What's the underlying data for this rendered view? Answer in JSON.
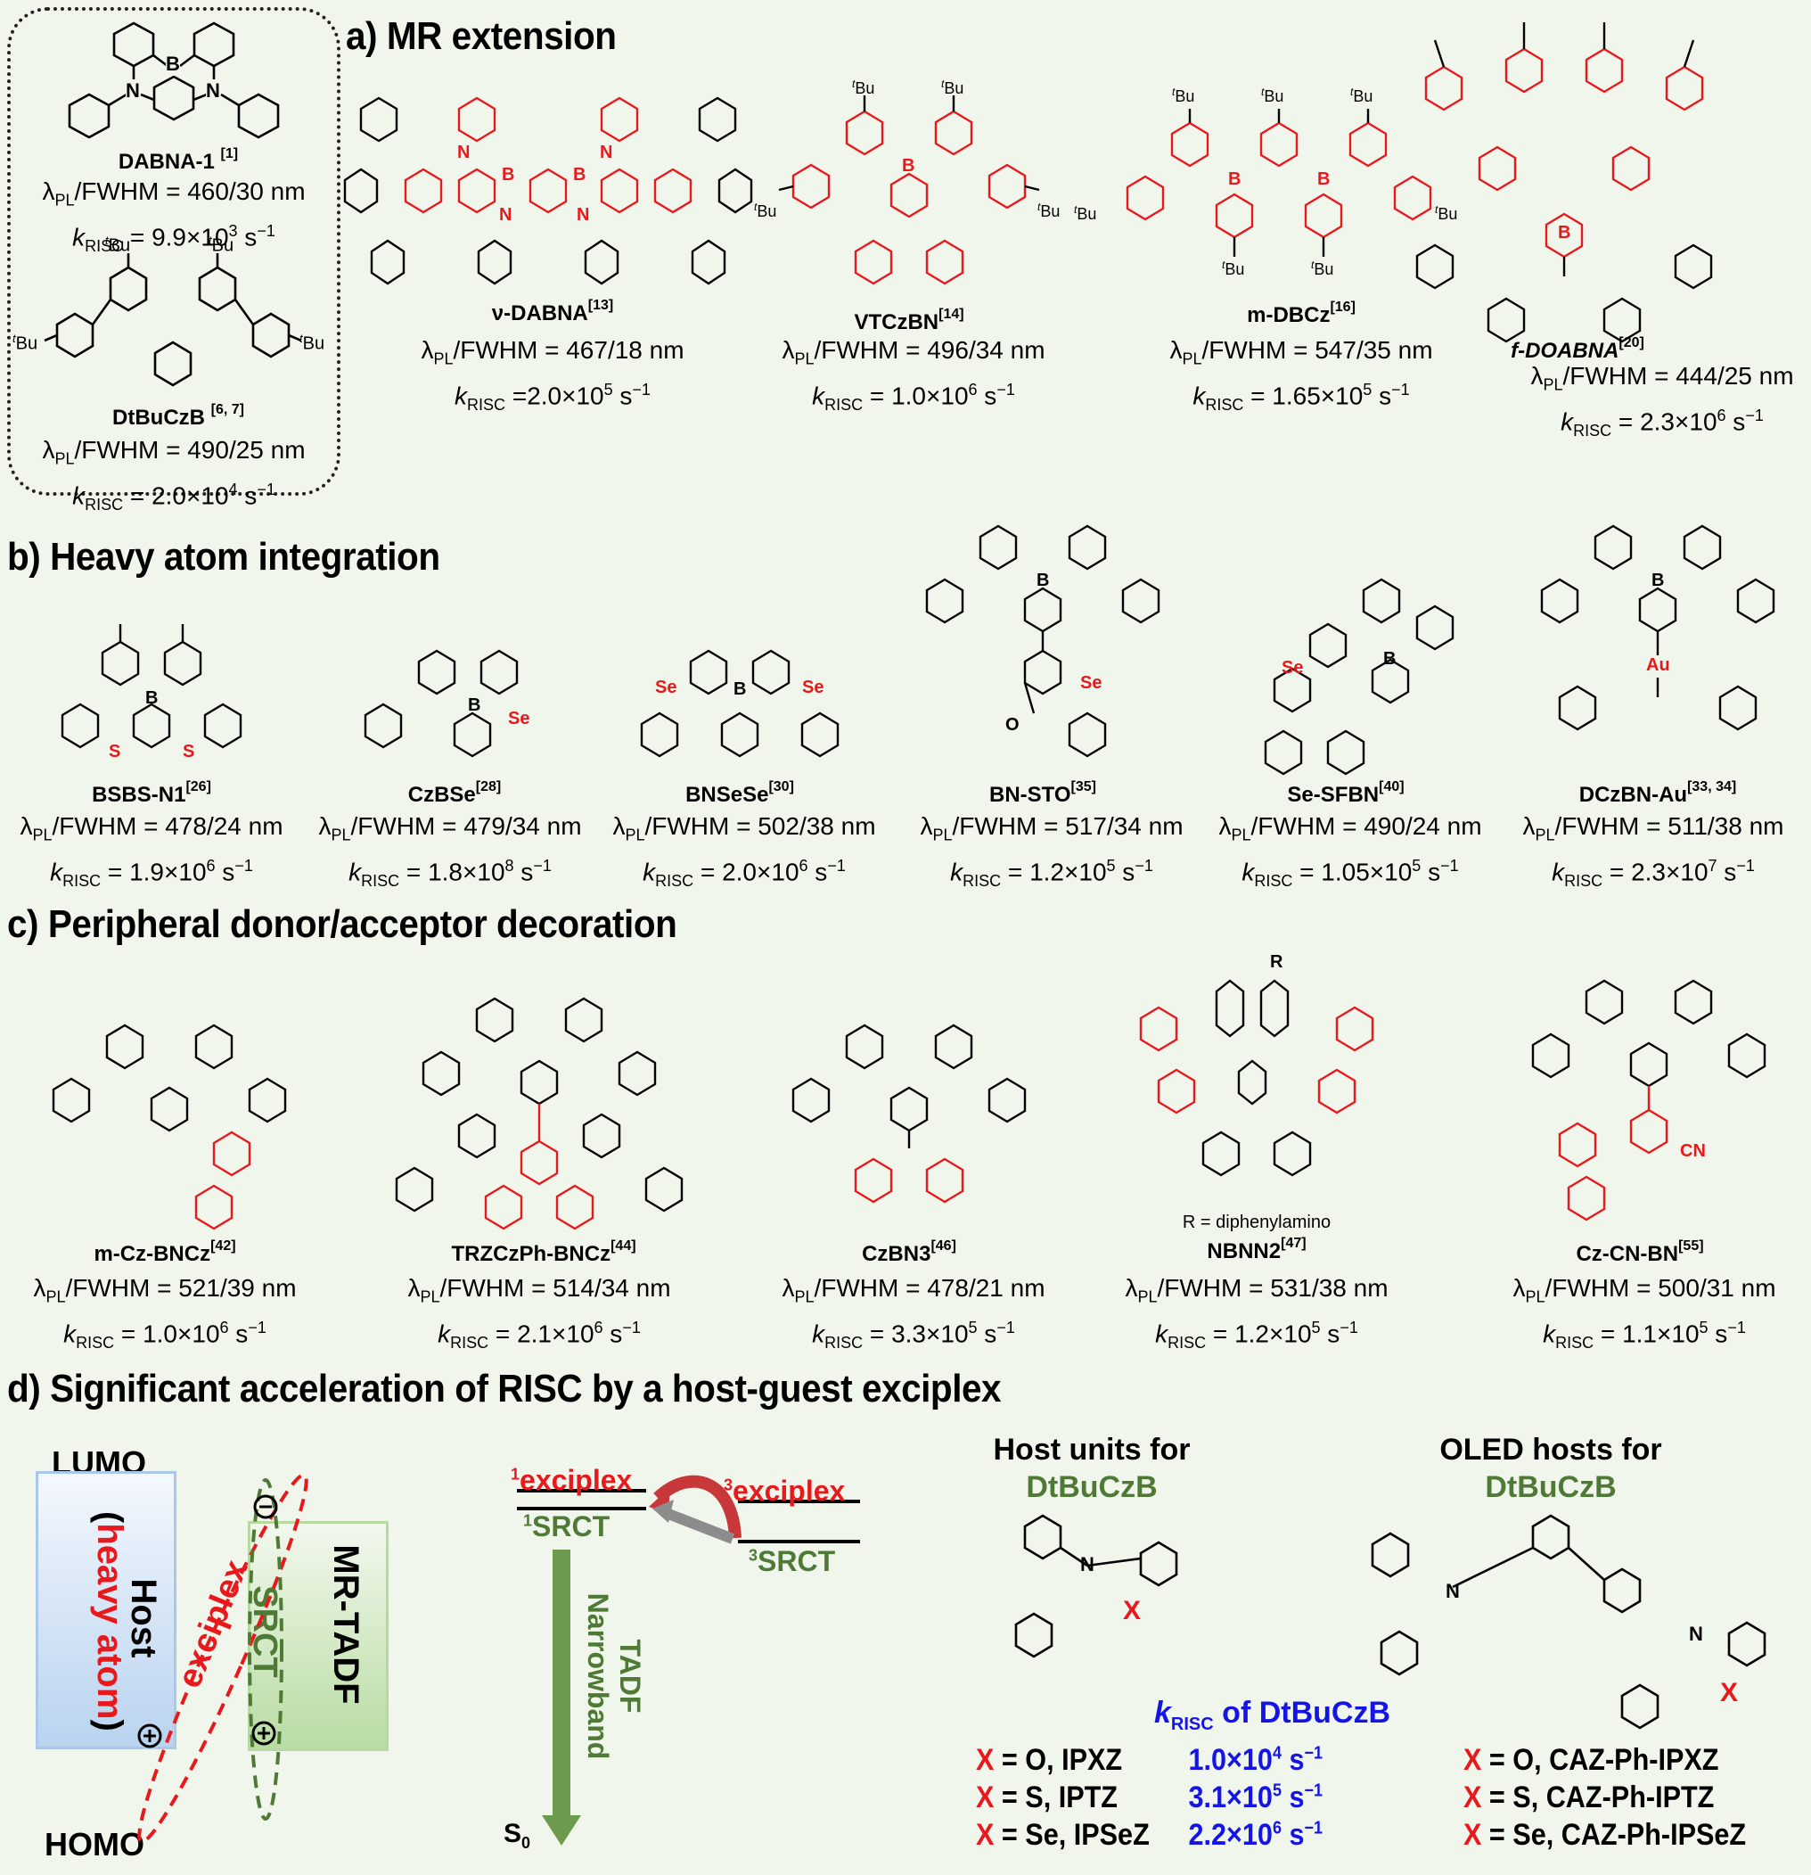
{
  "reference_box": {
    "compounds": [
      {
        "name": "DABNA-1",
        "ref": "[1]",
        "lambda_pl_fwhm": "460/30 nm",
        "k_risc_mantissa": "9.9",
        "k_risc_exp": "3"
      },
      {
        "name": "DtBuCzB",
        "ref": "[6, 7]",
        "lambda_pl_fwhm": "490/25 nm",
        "k_risc_mantissa": "2.0",
        "k_risc_exp": "4"
      }
    ]
  },
  "labels": {
    "lambda": "λ",
    "lambda_sub": "PL",
    "fwhm_prefix": "/FWHM = ",
    "k": "k",
    "k_sub": "RISC",
    "times_ten": "×10",
    "unit": " s",
    "unit_exp": "−1",
    "tBu": "Bu",
    "t": "t"
  },
  "sections": {
    "a": {
      "title": "a) MR extension",
      "compounds": [
        {
          "name": "ν-DABNA",
          "ref": "[13]",
          "lambda_pl_fwhm": "467/18 nm",
          "k_risc_mantissa": "2.0",
          "k_risc_exp": "5"
        },
        {
          "name": "VTCzBN",
          "ref": "[14]",
          "lambda_pl_fwhm": "496/34 nm",
          "k_risc_mantissa": "1.0",
          "k_risc_exp": "6"
        },
        {
          "name": "m-DBCz",
          "ref": "[16]",
          "lambda_pl_fwhm": "547/35 nm",
          "k_risc_mantissa": "1.65",
          "k_risc_exp": "5"
        },
        {
          "name": "f-DOABNA",
          "ref": "[20]",
          "lambda_pl_fwhm": "444/25 nm",
          "k_risc_mantissa": "2.3",
          "k_risc_exp": "6"
        }
      ]
    },
    "b": {
      "title": "b) Heavy atom integration",
      "compounds": [
        {
          "name": "BSBS-N1",
          "ref": "[26]",
          "lambda_pl_fwhm": "478/24 nm",
          "k_risc_mantissa": "1.9",
          "k_risc_exp": "6",
          "heavy_atom": "S"
        },
        {
          "name": "CzBSe",
          "ref": "[28]",
          "lambda_pl_fwhm": "479/34 nm",
          "k_risc_mantissa": "1.8",
          "k_risc_exp": "8",
          "heavy_atom": "Se"
        },
        {
          "name": "BNSeSe",
          "ref": "[30]",
          "lambda_pl_fwhm": "502/38 nm",
          "k_risc_mantissa": "2.0",
          "k_risc_exp": "6",
          "heavy_atom": "Se"
        },
        {
          "name": "BN-STO",
          "ref": "[35]",
          "lambda_pl_fwhm": "517/34 nm",
          "k_risc_mantissa": "1.2",
          "k_risc_exp": "5",
          "heavy_atom": "Se"
        },
        {
          "name": "Se-SFBN",
          "ref": "[40]",
          "lambda_pl_fwhm": "490/24 nm",
          "k_risc_mantissa": "1.05",
          "k_risc_exp": "5",
          "heavy_atom": "Se"
        },
        {
          "name": "DCzBN-Au",
          "ref": "[33, 34]",
          "lambda_pl_fwhm": "511/38 nm",
          "k_risc_mantissa": "2.3",
          "k_risc_exp": "7",
          "heavy_atom": "Au"
        }
      ]
    },
    "c": {
      "title": "c) Peripheral donor/acceptor decoration",
      "compounds": [
        {
          "name": "m-Cz-BNCz",
          "ref": "[42]",
          "lambda_pl_fwhm": "521/39 nm",
          "k_risc_mantissa": "1.0",
          "k_risc_exp": "6"
        },
        {
          "name": "TRZCzPh-BNCz",
          "ref": "[44]",
          "lambda_pl_fwhm": "514/34 nm",
          "k_risc_mantissa": "2.1",
          "k_risc_exp": "6"
        },
        {
          "name": "CzBN3",
          "ref": "[46]",
          "lambda_pl_fwhm": "478/21 nm",
          "k_risc_mantissa": "3.3",
          "k_risc_exp": "5"
        },
        {
          "name": "NBNN2",
          "ref": "[47]",
          "lambda_pl_fwhm": "531/38 nm",
          "k_risc_mantissa": "1.2",
          "k_risc_exp": "5",
          "note": "R = diphenylamino",
          "r_label": "R"
        },
        {
          "name": "Cz-CN-BN",
          "ref": "[55]",
          "lambda_pl_fwhm": "500/31 nm",
          "k_risc_mantissa": "1.1",
          "k_risc_exp": "5",
          "cn_label": "CN"
        }
      ]
    },
    "d": {
      "title": "d) Significant acceleration of RISC by a host-guest exciplex",
      "orbital_diagram": {
        "lumo": "LUMO",
        "homo": "HOMO",
        "host": "Host",
        "host_paren_open": "(",
        "host_paren_close": ")",
        "heavy_atom": "heavy atom",
        "exciplex": "exciplex",
        "srct": "SRCT",
        "mr_tadf": "MR-TADF",
        "minus": "−",
        "plus": "+"
      },
      "energy_diagram": {
        "singlet_exciplex": "exciplex",
        "singlet_exciplex_sup": "1",
        "triplet_exciplex": "exciplex",
        "triplet_exciplex_sup": "3",
        "singlet_srct": "SRCT",
        "singlet_srct_sup": "1",
        "triplet_srct": "SRCT",
        "triplet_srct_sup": "3",
        "emission_line1": "TADF",
        "emission_line2": "Narrowband",
        "ground": "S",
        "ground_sub": "0"
      },
      "host_units": {
        "title_line1": "Host units for",
        "title_line2": "DtBuCzB",
        "x_label": "X",
        "krisc_header": "of DtBuCzB",
        "rows": [
          {
            "x": "X",
            "eq": " = O,  IPXZ",
            "k_mantissa": "1.0",
            "k_exp": "4"
          },
          {
            "x": "X",
            "eq": " = S,  IPTZ",
            "k_mantissa": "3.1",
            "k_exp": "5"
          },
          {
            "x": "X",
            "eq": " = Se, IPSeZ",
            "k_mantissa": "2.2",
            "k_exp": "6"
          }
        ]
      },
      "oled_hosts": {
        "title_line1": "OLED hosts for",
        "title_line2": "DtBuCzB",
        "x_label": "X",
        "rows": [
          {
            "x": "X",
            "eq": " = O,   CAZ-Ph-IPXZ"
          },
          {
            "x": "X",
            "eq": " = S,   CAZ-Ph-IPTZ"
          },
          {
            "x": "X",
            "eq": " = Se, CAZ-Ph-IPSeZ"
          }
        ]
      }
    }
  },
  "colors": {
    "background": "#f1f6ec",
    "highlight_red": "#e8191c",
    "green": "#4e7a36",
    "blue": "#1414e6",
    "host_box": "#a9c8ea",
    "mr_box": "#b7d9a0",
    "arrow_gray": "#8c8c8c",
    "arrow_red": "#c8383a"
  }
}
